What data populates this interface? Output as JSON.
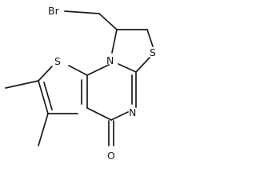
{
  "molecule": {
    "atoms": {
      "bromine": "Br",
      "thiazole_sulfur": "S",
      "thiophene_sulfur": "S",
      "bridgehead_nitrogen": "N",
      "imine_nitrogen": "N",
      "carbonyl_oxygen": "O"
    }
  },
  "colors": {
    "bond": "#1a1a1a",
    "label": "#1a1a1a",
    "background": "#ffffff"
  }
}
